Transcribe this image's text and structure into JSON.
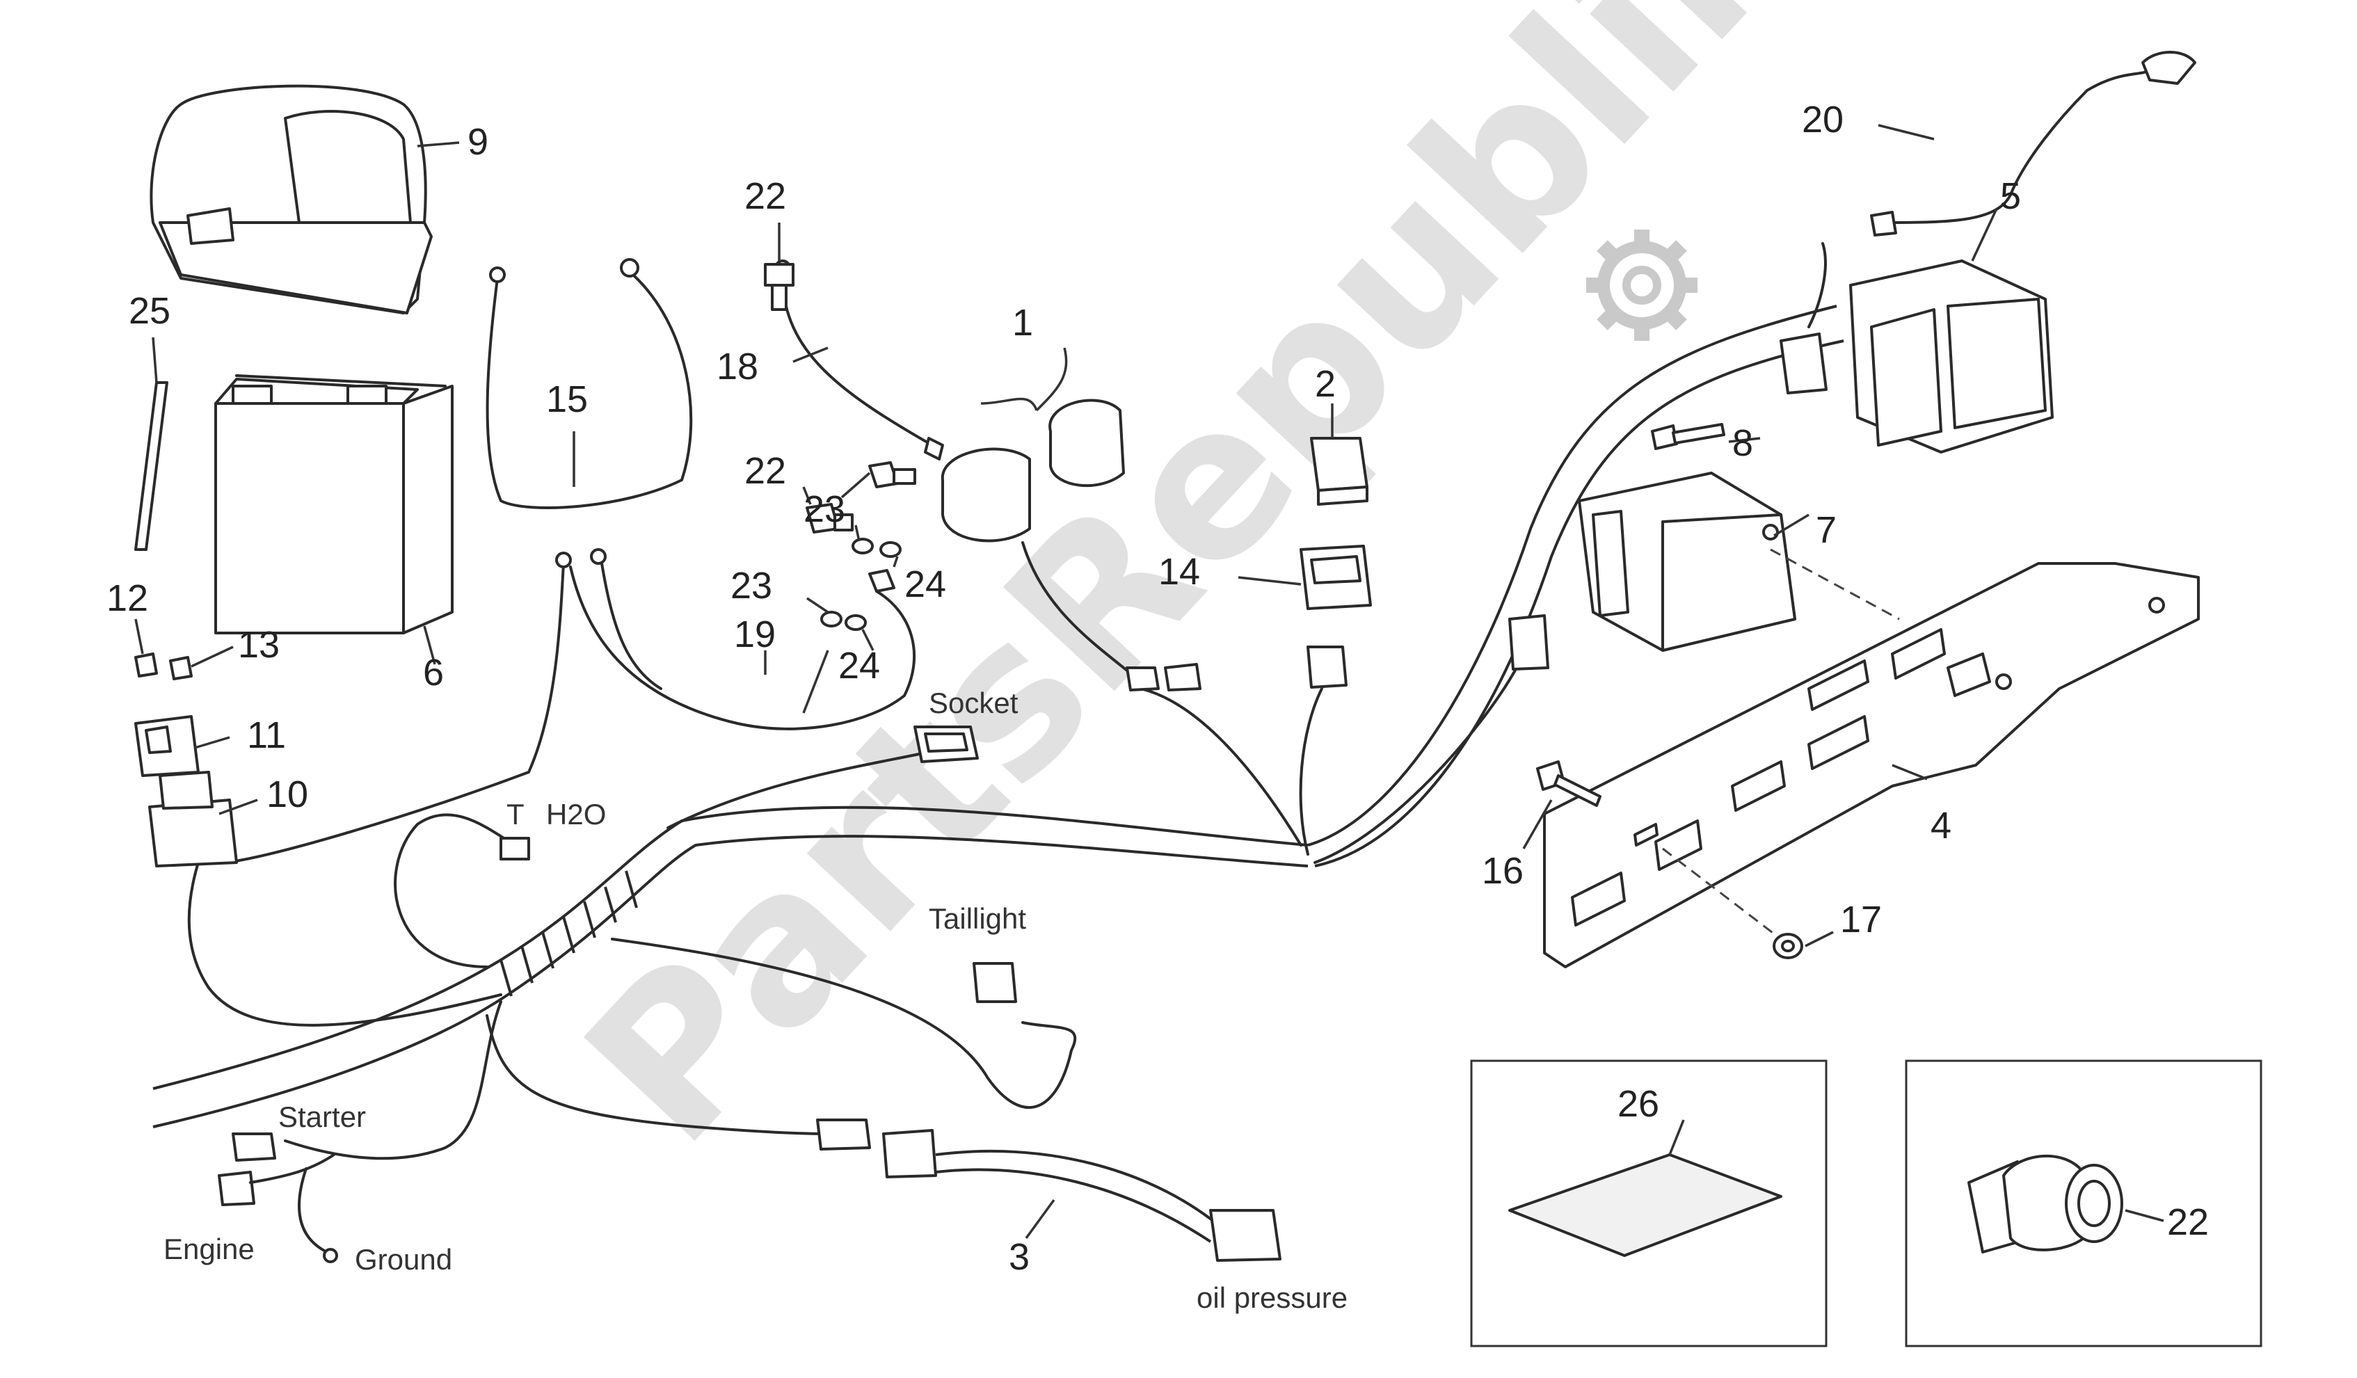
{
  "watermark": {
    "text": "PartsRepublik"
  },
  "callouts": {
    "c1": "1",
    "c2": "2",
    "c3": "3",
    "c4": "4",
    "c5": "5",
    "c6": "6",
    "c7": "7",
    "c8": "8",
    "c9": "9",
    "c10": "10",
    "c11": "11",
    "c12": "12",
    "c13": "13",
    "c14": "14",
    "c15": "15",
    "c16": "16",
    "c17": "17",
    "c18": "18",
    "c19": "19",
    "c20": "20",
    "c22_top": "22",
    "c22_mid": "22",
    "c22_box": "22",
    "c23_a": "23",
    "c23_b": "23",
    "c24_a": "24",
    "c24_b": "24",
    "c25": "25",
    "c26": "26"
  },
  "wire_labels": {
    "socket": "Socket",
    "t": "T",
    "h2o": "H2O",
    "taillight": "Taillight",
    "starter": "Starter",
    "engine": "Engine",
    "ground": "Ground",
    "oil_pressure": "oil pressure"
  }
}
